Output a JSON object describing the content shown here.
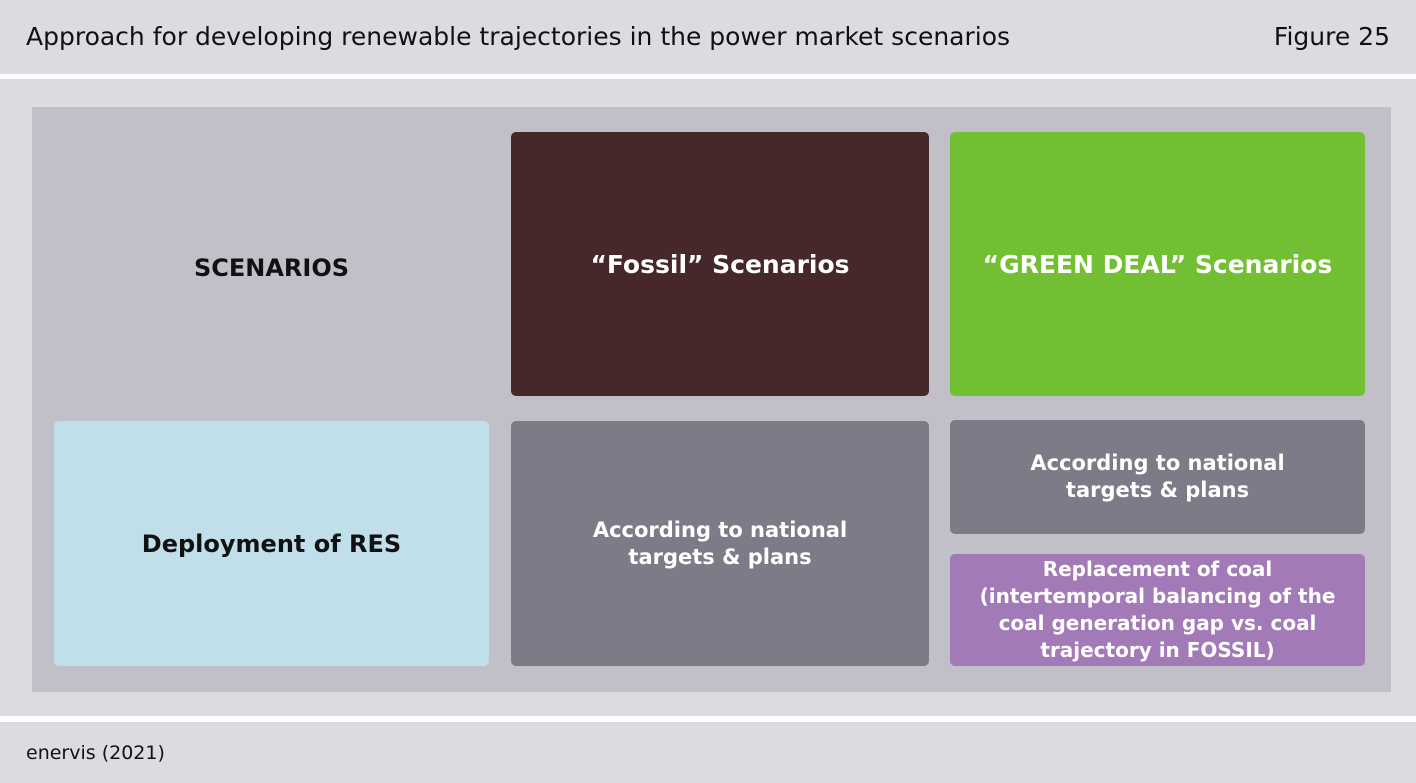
{
  "header": {
    "title": "Approach for developing renewable trajectories in the power market scenarios",
    "figure": "Figure 25"
  },
  "diagram": {
    "row_label": "SCENARIOS",
    "fossil_title": "“Fossil” Scenarios",
    "green_title": "“GREEN DEAL” Scenarios",
    "deployment_label": "Deployment of RES",
    "fossil_deployment": "According to national targets & plans",
    "green_deployment_targets": "According to national targets & plans",
    "green_deployment_coal": "Replacement of coal (intertemporal balancing of the coal generation gap vs. coal trajectory in FOSSIL)"
  },
  "colors": {
    "fossil": "#46272a",
    "green_deal": "#72bf33",
    "deployment": "#c0dfeb",
    "targets": "#7c7b87",
    "coal": "#a27ab8",
    "panel": "#c1c0c8"
  },
  "footer": {
    "source": "enervis (2021)"
  }
}
